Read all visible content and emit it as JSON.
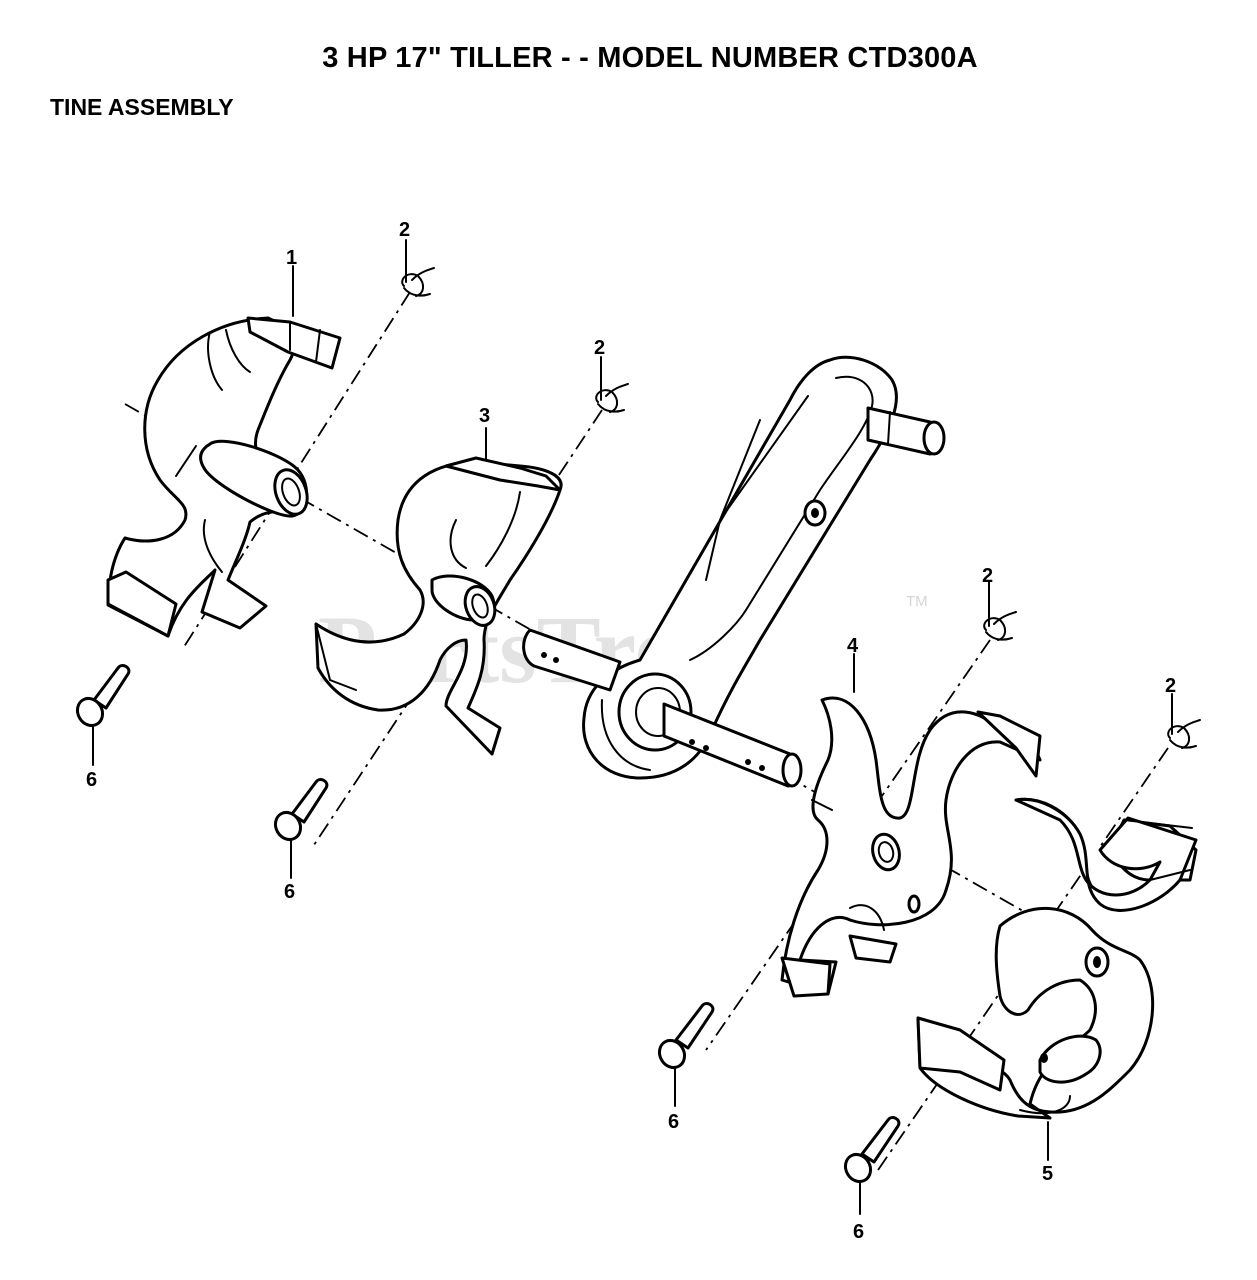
{
  "title": "3 HP 17\" TILLER - - MODEL NUMBER CTD300A",
  "subtitle": "TINE ASSEMBLY",
  "watermark": "PartsTree",
  "watermark_tm": "TM",
  "callouts": {
    "c1": "1",
    "c2a": "2",
    "c2b": "2",
    "c2c": "2",
    "c2d": "2",
    "c3": "3",
    "c4": "4",
    "c5": "5",
    "c6a": "6",
    "c6b": "6",
    "c6c": "6",
    "c6d": "6"
  }
}
